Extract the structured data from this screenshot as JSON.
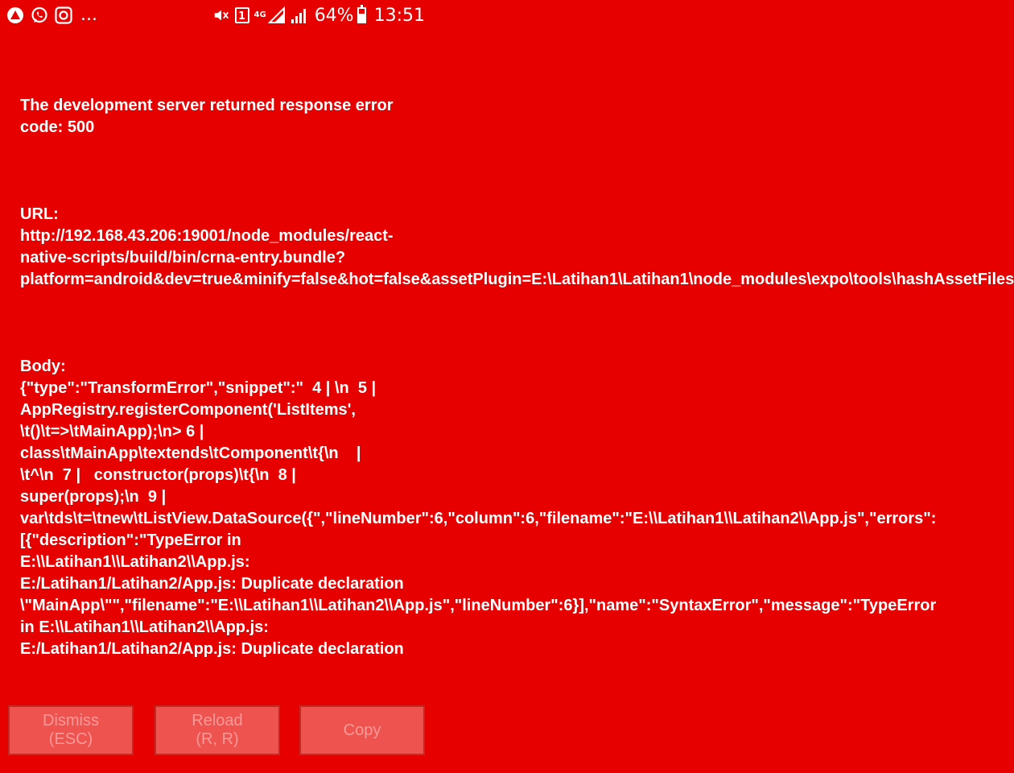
{
  "status_bar": {
    "left_icons": [
      "alert-icon",
      "whatsapp-icon",
      "camera-app-icon"
    ],
    "overflow": "...",
    "sim_badge": "1",
    "network_type": "4G",
    "battery_percent": "64%",
    "battery_level": 0.64,
    "time": "13:51"
  },
  "error": {
    "heading": "The development server returned response error code: 500",
    "url": "URL: http://192.168.43.206:19001/node_modules/react-native-scripts/build/bin/crna-entry.bundle?platform=android&dev=true&minify=false&hot=false&assetPlugin=E:\\Latihan1\\Latihan1\\node_modules\\expo\\tools\\hashAssetFiles",
    "body_label": "Body:",
    "body": "{\"type\":\"TransformError\",\"snippet\":\"  4 | \\n  5 | AppRegistry.registerComponent('ListItems', \\t()\\t=>\\tMainApp);\\n> 6 | class\\tMainApp\\textends\\tComponent\\t{\\n    |       \\t^\\n  7 |   constructor(props)\\t{\\n  8 |     super(props);\\n  9 |     var\\tds\\t=\\tnew\\tListView.DataSource({\",\"lineNumber\":6,\"column\":6,\"filename\":\"E:\\\\Latihan1\\\\Latihan2\\\\App.js\",\"errors\":[{\"description\":\"TypeError in E:\\\\Latihan1\\\\Latihan2\\\\App.js: E:/Latihan1/Latihan2/App.js: Duplicate declaration \\\"MainApp\\\"\",\"filename\":\"E:\\\\Latihan1\\\\Latihan2\\\\App.js\",\"lineNumber\":6}],\"name\":\"SyntaxError\",\"message\":\"TypeError in E:\\\\Latihan1\\\\Latihan2\\\\App.js: E:/Latihan1/Latihan2/App.js: Duplicate declaration"
  },
  "buttons": {
    "dismiss": "Dismiss",
    "dismiss_sub": "(ESC)",
    "reload": "Reload",
    "reload_sub": "(R, R)",
    "copy": "Copy"
  },
  "colors": {
    "background": "#e60000",
    "text": "#ffffff",
    "button_bg": "#ef5350",
    "button_text": "#f79a97"
  }
}
